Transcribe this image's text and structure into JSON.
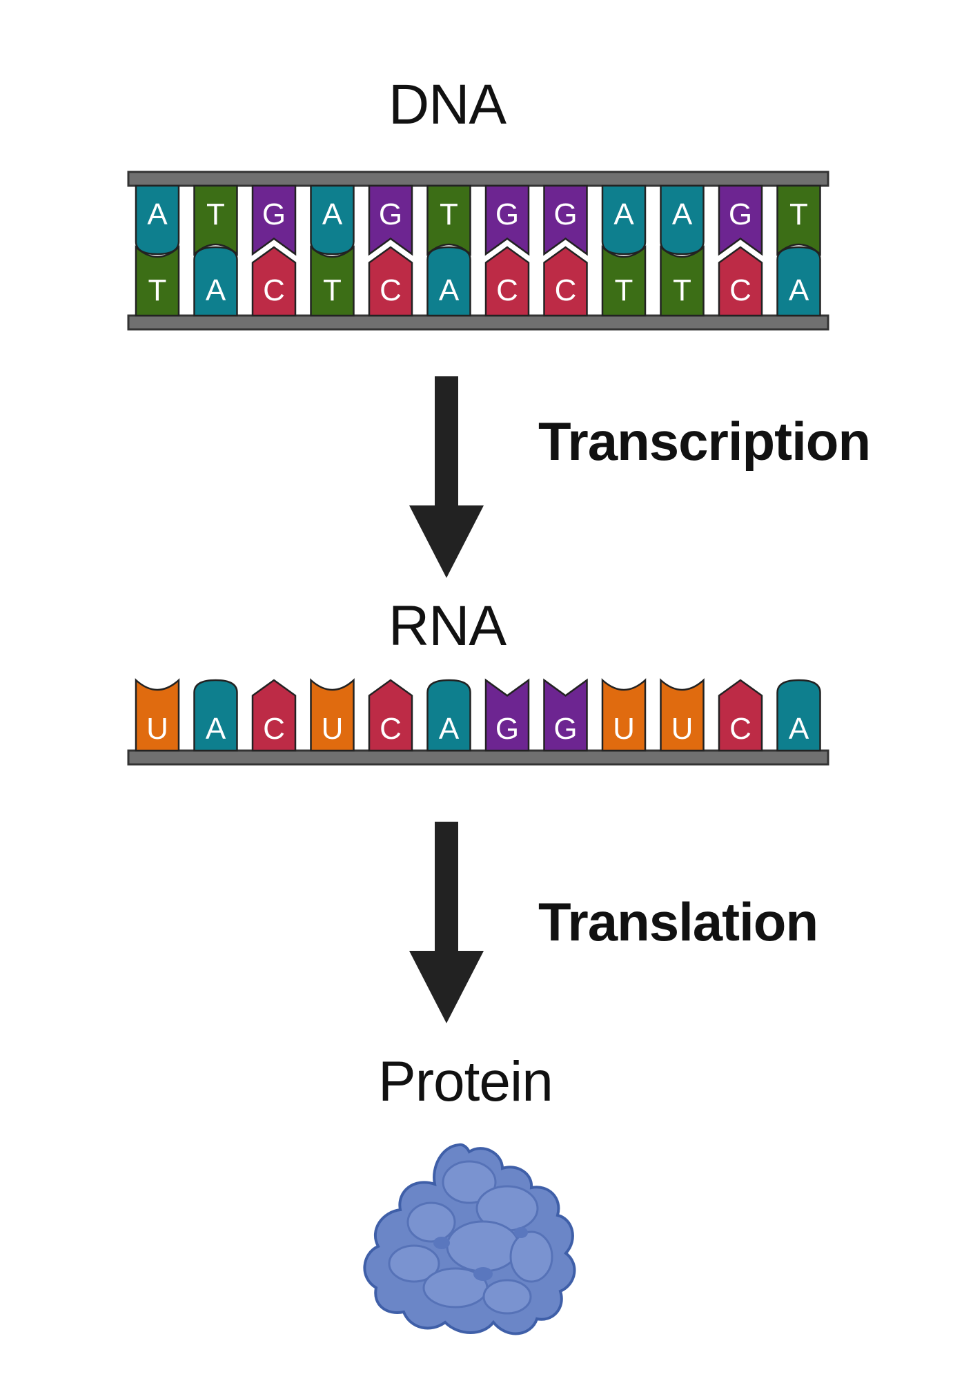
{
  "labels": {
    "dna": "DNA",
    "rna": "RNA",
    "protein": "Protein",
    "transcription": "Transcription",
    "translation": "Translation"
  },
  "colors": {
    "A": "#0e7f8e",
    "T": "#3c6e16",
    "G": "#6d2591",
    "C": "#bd2b46",
    "U": "#e06b0f",
    "backbone": "#707070",
    "arrow": "#222222",
    "protein": "#6b86c7",
    "protein_outline": "#3f5fa8"
  },
  "dna": {
    "top_strand": [
      "A",
      "T",
      "G",
      "A",
      "G",
      "T",
      "G",
      "G",
      "A",
      "A",
      "G",
      "T"
    ],
    "bottom_strand": [
      "T",
      "A",
      "C",
      "T",
      "C",
      "A",
      "C",
      "C",
      "T",
      "T",
      "C",
      "A"
    ]
  },
  "rna": {
    "strand": [
      "U",
      "A",
      "C",
      "U",
      "C",
      "A",
      "G",
      "G",
      "U",
      "U",
      "C",
      "A"
    ]
  },
  "icons": {
    "arrow": "down-arrow-icon",
    "protein": "protein-blob-icon"
  }
}
